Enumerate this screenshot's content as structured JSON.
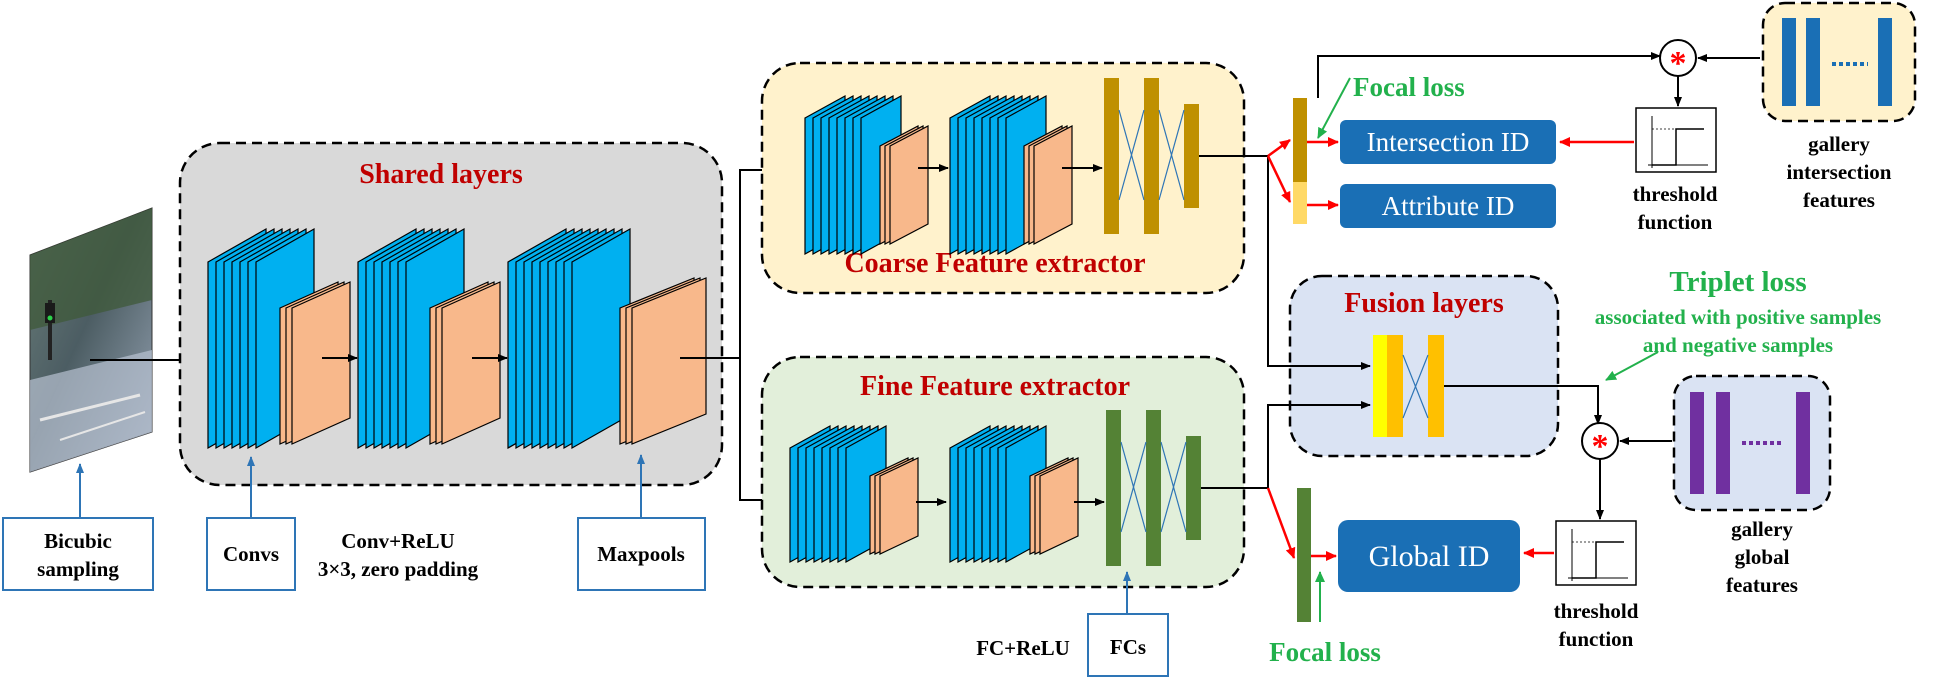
{
  "titles": {
    "shared_layers": "Shared layers",
    "coarse_extractor": "Coarse Feature extractor",
    "fine_extractor": "Fine Feature extractor",
    "fusion_layers": "Fusion layers"
  },
  "callouts": {
    "bicubic_line1": "Bicubic",
    "bicubic_line2": "sampling",
    "convs": "Convs",
    "conv_relu_line1": "Conv+ReLU",
    "conv_relu_line2": "3×3, zero padding",
    "maxpools": "Maxpools",
    "fc_relu": "FC+ReLU",
    "fcs": "FCs"
  },
  "outputs": {
    "intersection_id": "Intersection ID",
    "attribute_id": "Attribute ID",
    "global_id": "Global ID"
  },
  "losses": {
    "focal_top": "Focal loss",
    "focal_bottom": "Focal loss",
    "triplet_title": "Triplet loss",
    "triplet_line1": "associated with positive samples",
    "triplet_line2": "and negative samples"
  },
  "threshold": {
    "top_line1": "threshold",
    "top_line2": "function",
    "bottom_line1": "threshold",
    "bottom_line2": "function"
  },
  "gallery": {
    "intersection_line1": "gallery",
    "intersection_line2": "intersection",
    "intersection_line3": "features",
    "global_line1": "gallery",
    "global_line2": "global",
    "global_line3": "features"
  },
  "operators": {
    "multiply_top": "*",
    "multiply_bottom": "*"
  },
  "colors": {
    "title_red": "#c00000",
    "loss_green": "#22b14c",
    "id_box_blue": "#1a6fb5",
    "conv_blue": "#00b0f0",
    "pool_orange": "#f8b88b",
    "fc_gold": "#bf9000",
    "fc_green": "#548235",
    "gallery_purple": "#7030a0",
    "arrow_red": "#ff0000"
  }
}
